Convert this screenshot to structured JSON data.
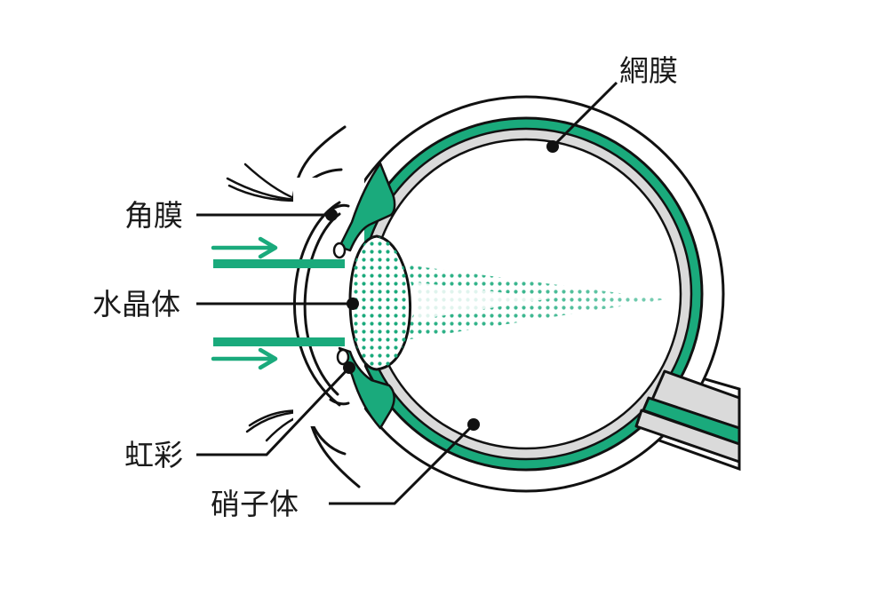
{
  "colors": {
    "accent": "#1aaa7c",
    "outline": "#111111",
    "gray_layer": "#dadada",
    "background": "#ffffff"
  },
  "labels": {
    "retina": "網膜",
    "cornea": "角膜",
    "lens": "水晶体",
    "iris": "虹彩",
    "vitreous": "硝子体"
  }
}
